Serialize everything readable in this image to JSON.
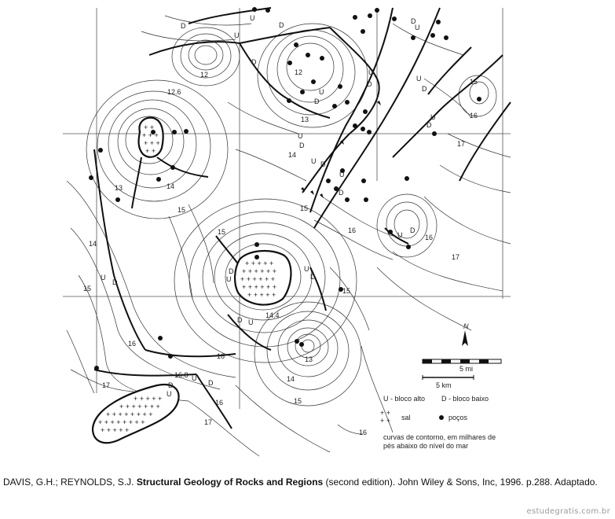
{
  "map": {
    "contour_labels": [
      {
        "id": "c12a",
        "text": "12"
      },
      {
        "id": "c12b",
        "text": "12"
      },
      {
        "id": "c126",
        "text": "12.6"
      },
      {
        "id": "c13a",
        "text": "13"
      },
      {
        "id": "c13b",
        "text": "13"
      },
      {
        "id": "c13c",
        "text": "13"
      },
      {
        "id": "c14a",
        "text": "14"
      },
      {
        "id": "c14b",
        "text": "14"
      },
      {
        "id": "c14c",
        "text": "14"
      },
      {
        "id": "c14d",
        "text": "14"
      },
      {
        "id": "c144",
        "text": "14.4"
      },
      {
        "id": "c15a",
        "text": "15"
      },
      {
        "id": "c15b",
        "text": "15"
      },
      {
        "id": "c15c",
        "text": "15"
      },
      {
        "id": "c15d",
        "text": "15"
      },
      {
        "id": "c15e",
        "text": "15"
      },
      {
        "id": "c15f",
        "text": "15"
      },
      {
        "id": "c15g",
        "text": "15"
      },
      {
        "id": "c16a",
        "text": "16"
      },
      {
        "id": "c16b",
        "text": "16"
      },
      {
        "id": "c16c",
        "text": "16"
      },
      {
        "id": "c16d",
        "text": "16"
      },
      {
        "id": "c16e",
        "text": "16"
      },
      {
        "id": "c16f",
        "text": "16"
      },
      {
        "id": "c168",
        "text": "16.8"
      },
      {
        "id": "c17a",
        "text": "17"
      },
      {
        "id": "c17b",
        "text": "17"
      },
      {
        "id": "c17c",
        "text": "17"
      },
      {
        "id": "c17d",
        "text": "17"
      }
    ],
    "fault_marks": {
      "up": "U",
      "down": "D"
    },
    "north_symbol": "N",
    "scale": {
      "mi_label": "5 mi",
      "km_label": "5 km"
    },
    "legend": {
      "up_block": "U - bloco alto",
      "down_block": "D - bloco baixo",
      "salt": "sal",
      "wells": "poços",
      "contour_value": "16",
      "contour_line1": "curvas de contorno, em milhares de",
      "contour_line2": "pés abaixo do nível do mar"
    }
  },
  "caption": {
    "authors": "DAVIS, G.H.; REYNOLDS, S.J. ",
    "title": "Structural Geology of Rocks and Regions",
    "rest": " (second edition). John Wiley & Sons, Inc, 1996. p.288. Adaptado."
  },
  "watermark": "estudegratis.com.br"
}
